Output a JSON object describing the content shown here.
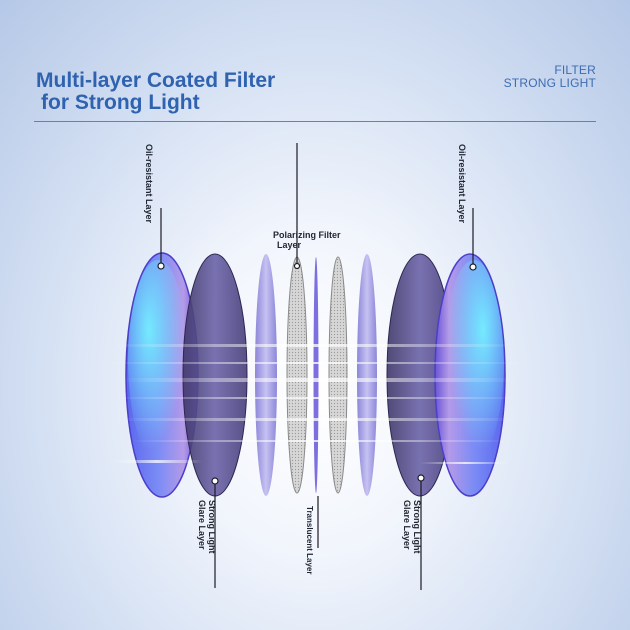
{
  "header": {
    "title_line_1": "Multi-layer Coated Filter",
    "title_line_2": "for Strong Light",
    "brand_line_1": "FILTER",
    "brand_line_2": "STRONG LIGHT"
  },
  "labels": {
    "oil_resistant_left": "Oil-resistant Layer",
    "oil_resistant_right": "Oil-resistant Layer",
    "polarizing_line_1": "Polarizing Filter",
    "polarizing_line_2": "Layer",
    "glare_left_line_1": "Strong Light",
    "glare_left_line_2": "Glare Layer",
    "translucent": "Translucent Layer",
    "glare_right_line_1": "Strong Light",
    "glare_right_line_2": "Glare Layer"
  },
  "colors": {
    "title": "#2f63b0",
    "divider": "#5d82bf",
    "coated_lens": "#5f5fe0",
    "glare_lens": "#5a4f92",
    "filter_disc": "#b4b0e8"
  }
}
